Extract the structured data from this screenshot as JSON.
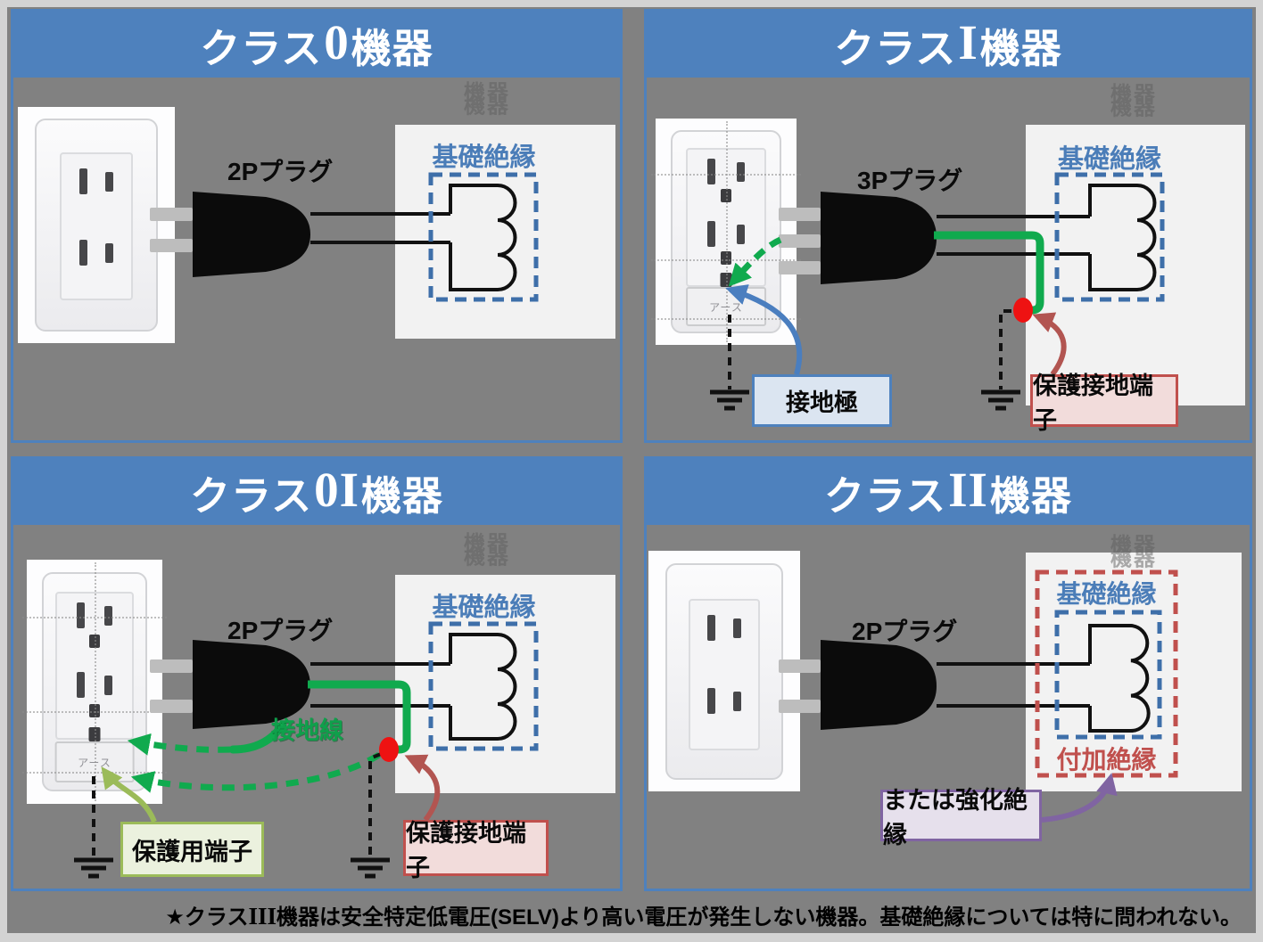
{
  "page": {
    "caption_prefix": "★クラス",
    "caption_roman": "III",
    "caption_rest": "機器は安全特定低電圧(SELV)より高い電圧が発生しない機器。基礎絶縁については特に問われない。",
    "watermark": "機器"
  },
  "colors": {
    "panel_blue": "#4e81bd",
    "insulation_blue_dash": "#3e6fa9",
    "supplementary_red": "#c0504d",
    "ground_green": "#10aa4e",
    "protective_olive": "#9bbb59",
    "note_purple": "#8064a2",
    "red_dot": "#ee1212"
  },
  "outlet": {
    "earth_label": "アース"
  },
  "panels": {
    "class0": {
      "title_prefix": "クラス",
      "title_class": "0",
      "title_suffix": "機器",
      "plug_label": "2Pプラグ",
      "basic_insulation": "基礎絶縁"
    },
    "class1": {
      "title_prefix": "クラス",
      "title_class": "I",
      "title_suffix": "機器",
      "plug_label": "3Pプラグ",
      "basic_insulation": "基礎絶縁",
      "earth_electrode": "接地極",
      "protective_earth_terminal": "保護接地端子"
    },
    "class0_1": {
      "title_prefix": "クラス",
      "title_class": "0I",
      "title_suffix": "機器",
      "plug_label": "2Pプラグ",
      "basic_insulation": "基礎絶縁",
      "earth_wire": "接地線",
      "protective_terminal": "保護用端子",
      "protective_earth_terminal": "保護接地端子"
    },
    "class2": {
      "title_prefix": "クラス",
      "title_class": "II",
      "title_suffix": "機器",
      "plug_label": "2Pプラグ",
      "basic_insulation": "基礎絶縁",
      "supplementary_insulation": "付加絶縁",
      "reinforced_note": "または強化絶縁"
    }
  }
}
